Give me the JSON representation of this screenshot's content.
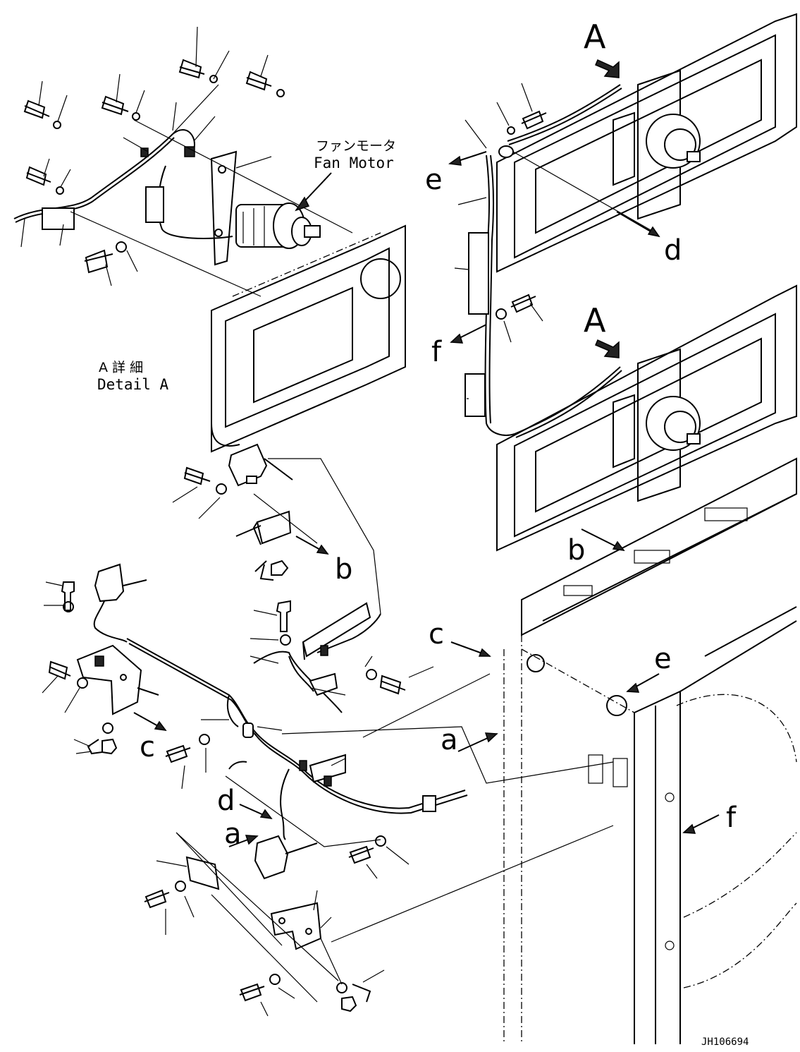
{
  "drawing": {
    "fan_motor_label_jp": "ファンモータ",
    "fan_motor_label_en": "Fan Motor",
    "detail_label_jp": "A 詳 細",
    "detail_label_en": "Detail A",
    "view_arrow_top": "A",
    "view_arrow_middle": "A",
    "ref_e_top": "e",
    "ref_d_top": "d",
    "ref_f_middle": "f",
    "ref_b_left": "b",
    "ref_b_right": "b",
    "ref_c_left": "c",
    "ref_c_right": "c",
    "ref_e_right": "e",
    "ref_a_right": "a",
    "ref_a_left": "a",
    "ref_d_left": "d",
    "ref_f_right": "f",
    "drawing_code": "JH106694"
  }
}
